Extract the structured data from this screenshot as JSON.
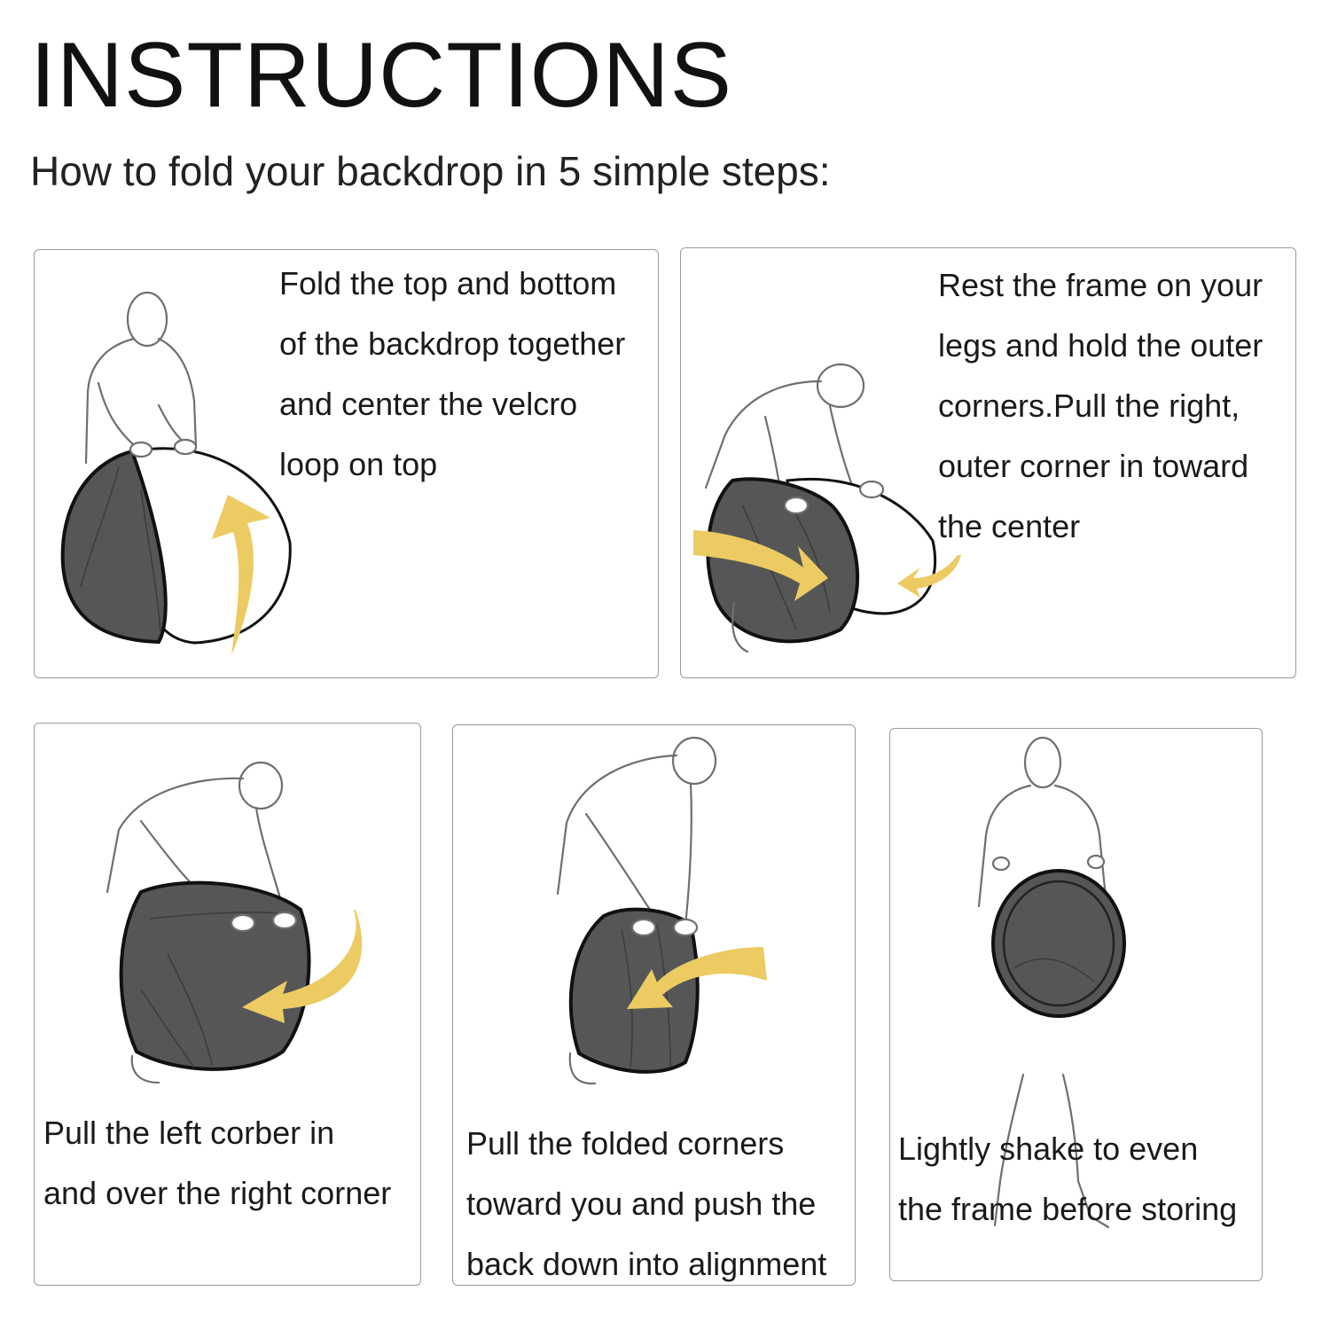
{
  "page": {
    "title": "INSTRUCTIONS",
    "subtitle": "How to fold your backdrop in 5 simple steps:"
  },
  "colors": {
    "arrow": "#eccb63",
    "backdrop_dark": "#565656",
    "outline": "#111111",
    "panel_border": "#9a9a9a"
  },
  "steps": [
    {
      "lines": [
        "Fold the top and bottom",
        "of the backdrop together",
        "and center the velcro",
        "loop on top"
      ]
    },
    {
      "lines": [
        "Rest the frame on your",
        "legs and hold the outer",
        "corners.Pull the right,",
        "outer corner in toward",
        "the center"
      ]
    },
    {
      "lines": [
        "Pull the left corber in",
        "and over the right corner"
      ]
    },
    {
      "lines": [
        "Pull the folded corners",
        "toward you and push the",
        "back down into alignment"
      ]
    },
    {
      "lines": [
        "Lightly shake to even",
        "the frame before storing"
      ]
    }
  ]
}
